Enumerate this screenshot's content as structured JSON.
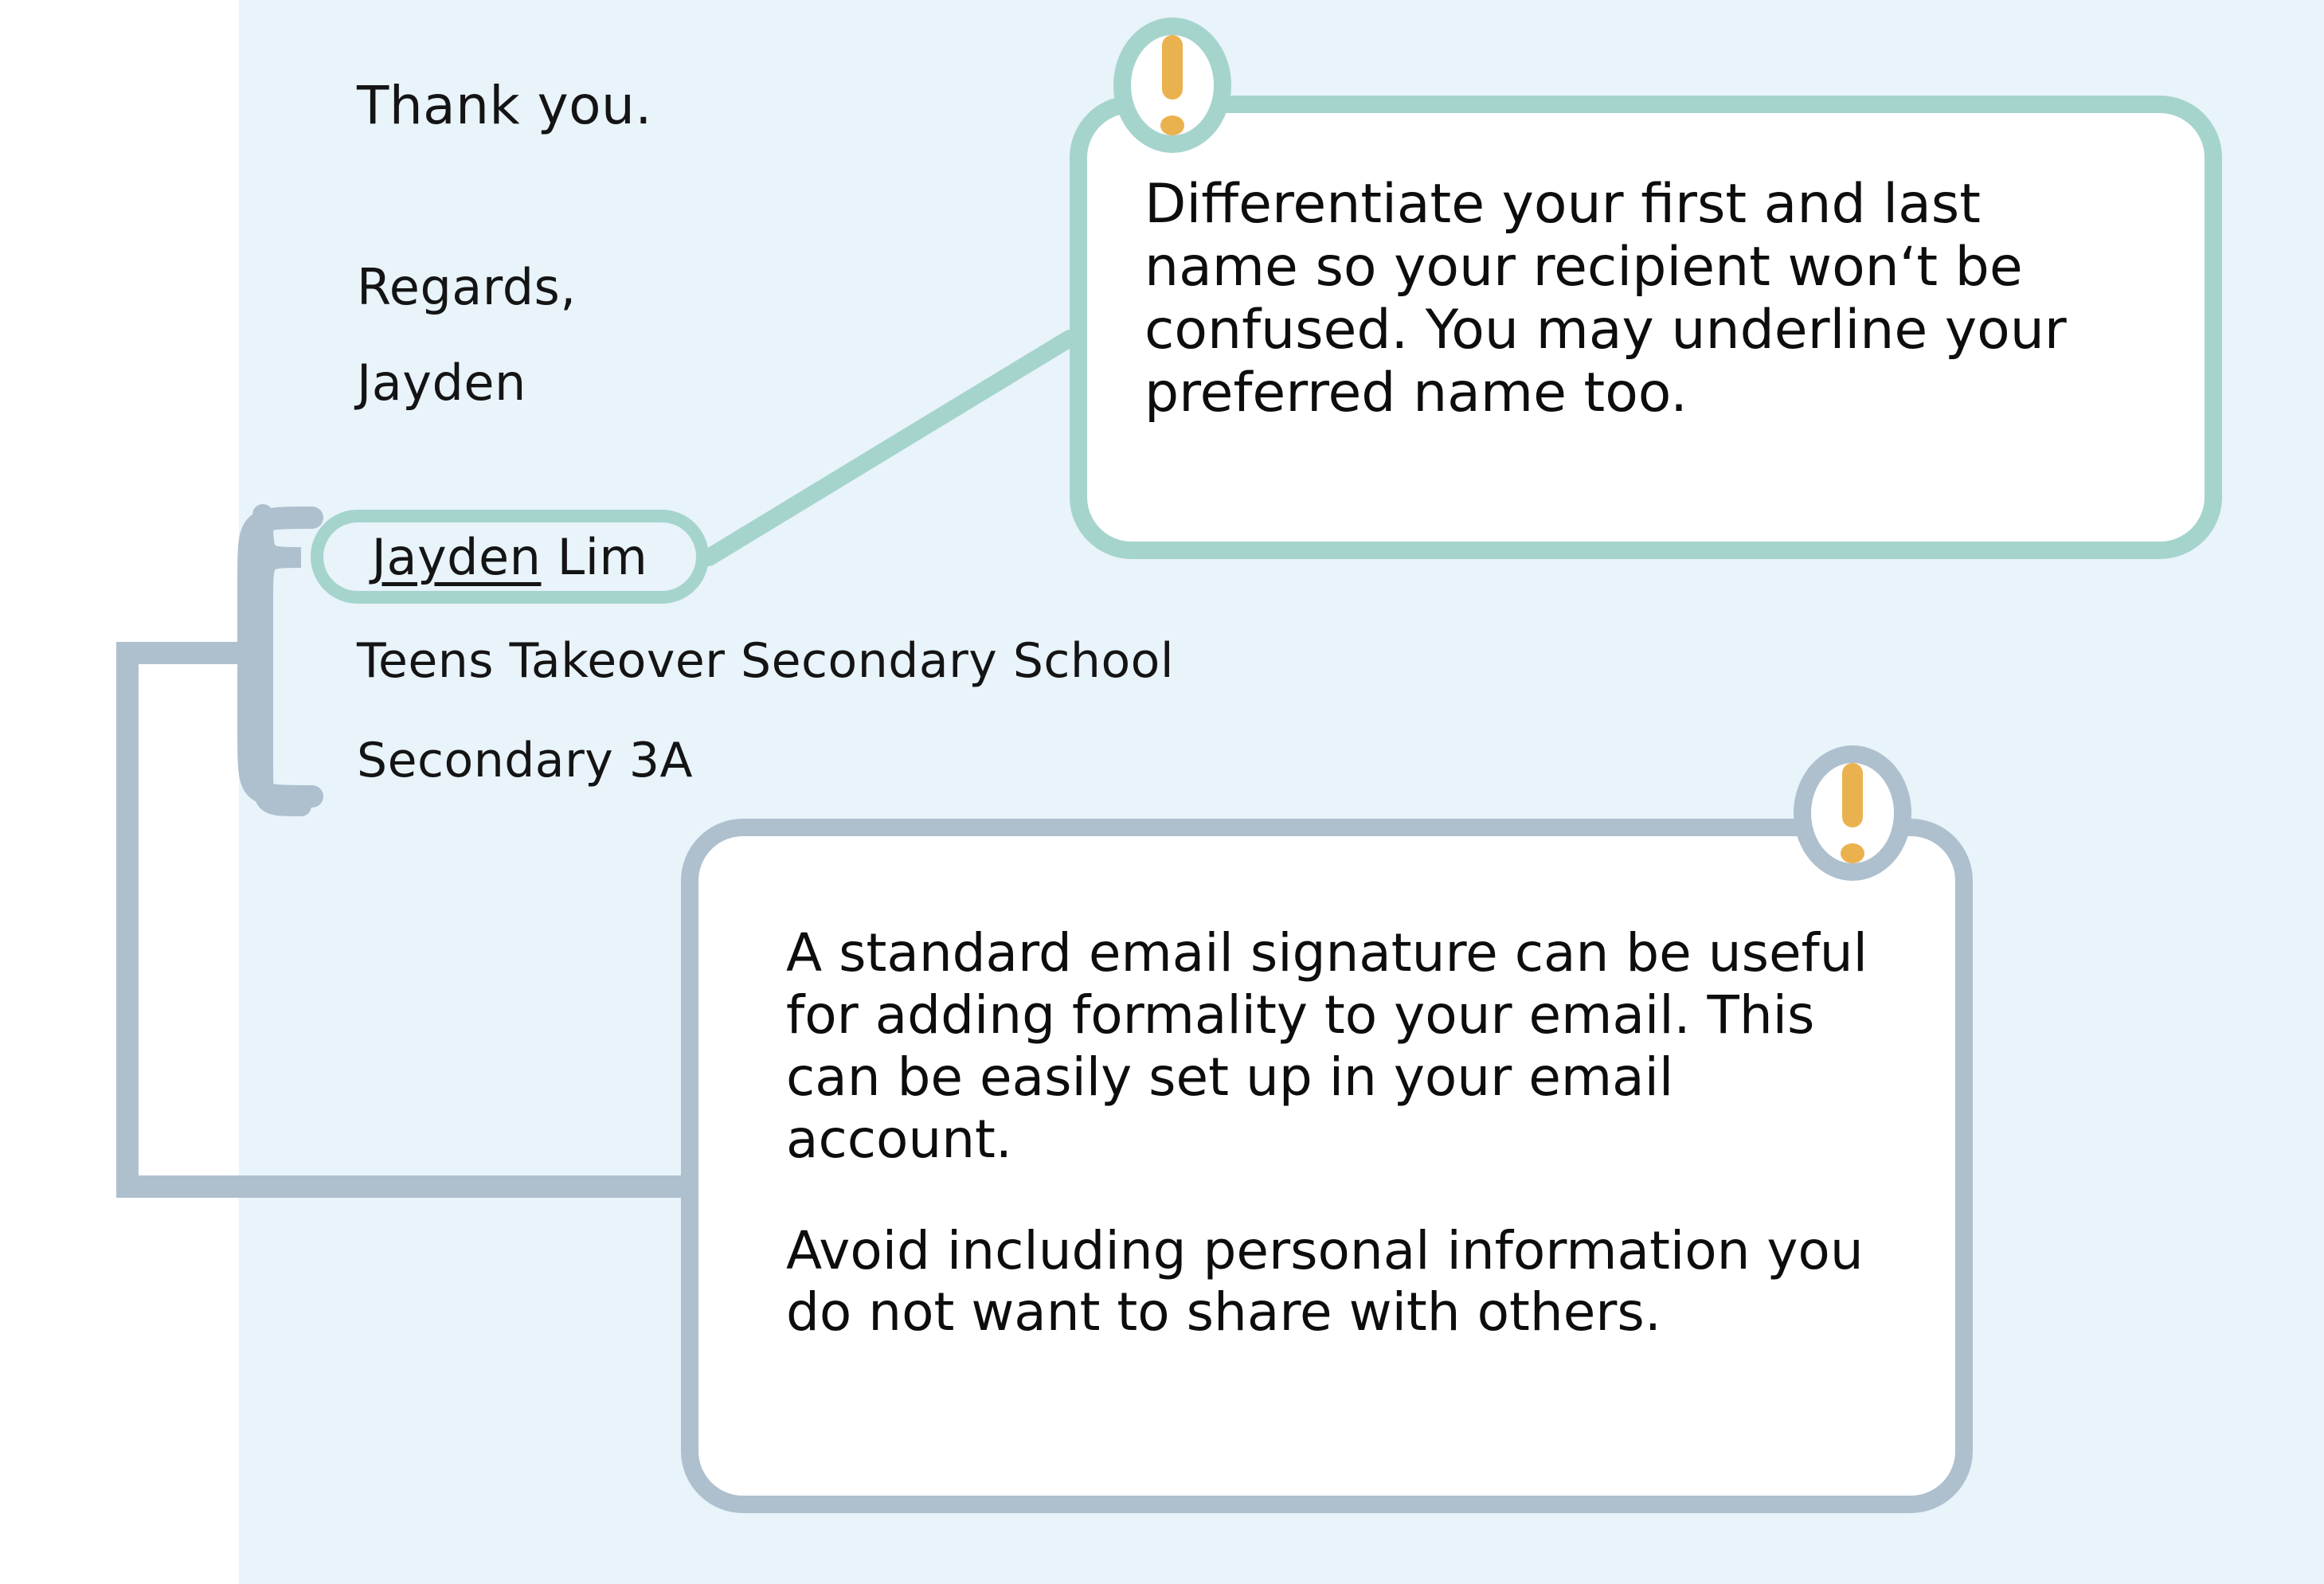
{
  "colors": {
    "panel_background": "#e8f3fa",
    "page_background": "#ffffff",
    "teal_accent": "#a5d4cd",
    "blue_gray_accent": "#aec0ce",
    "warning_orange": "#eab24f",
    "text": "#141414"
  },
  "email_signature": {
    "closing": "Thank you.",
    "sign_off": "Regards,",
    "first_name": "Jayden",
    "full_name_first": "Jayden",
    "full_name_last": " Lim",
    "school": "Teens Takeover Secondary School",
    "class": "Secondary 3A"
  },
  "callouts": [
    {
      "id": "name-tip",
      "icon": "exclamation-icon",
      "accent": "#a5d4cd",
      "paragraphs": [
        "Differentiate your first and last name so your recipient won‘t be confused. You may underline your preferred name too."
      ]
    },
    {
      "id": "signature-tip",
      "icon": "exclamation-icon",
      "accent": "#aec0ce",
      "paragraphs": [
        "A standard email signature can be useful for adding formality to your email. This can be easily set up in your email account.",
        "Avoid including personal information you do not want to share with others."
      ]
    }
  ]
}
